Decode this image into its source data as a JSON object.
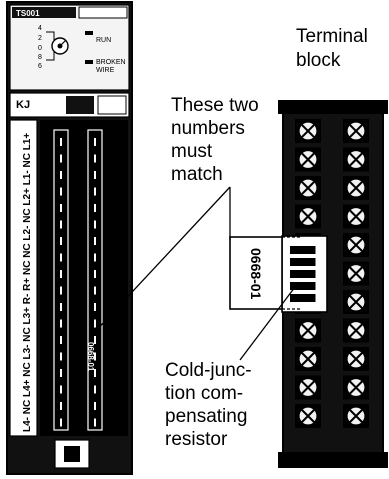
{
  "module": {
    "model": "TS001",
    "switch_digits": [
      "4",
      "2",
      "0",
      "8",
      "6"
    ],
    "indicator_run": "RUN",
    "indicator_broken_line1": "BROKEN",
    "indicator_broken_line2": "WIRE",
    "kj_label": "KJ",
    "side_text": "L4- NC L4+ NC L3- NC L3+ R- R+ NC NC L2- NC L2+ L1- NC L1+",
    "body_code": "0668-01"
  },
  "resistor": {
    "code": "0668-01"
  },
  "callouts": {
    "terminal_line1": "Terminal",
    "terminal_line2": "block",
    "match_line1": "These two",
    "match_line2": "numbers",
    "match_line3": "must",
    "match_line4": "match",
    "cold_line1": "Cold-junc-",
    "cold_line2": "tion com-",
    "cold_line3": "pensating",
    "cold_line4": "resistor"
  }
}
